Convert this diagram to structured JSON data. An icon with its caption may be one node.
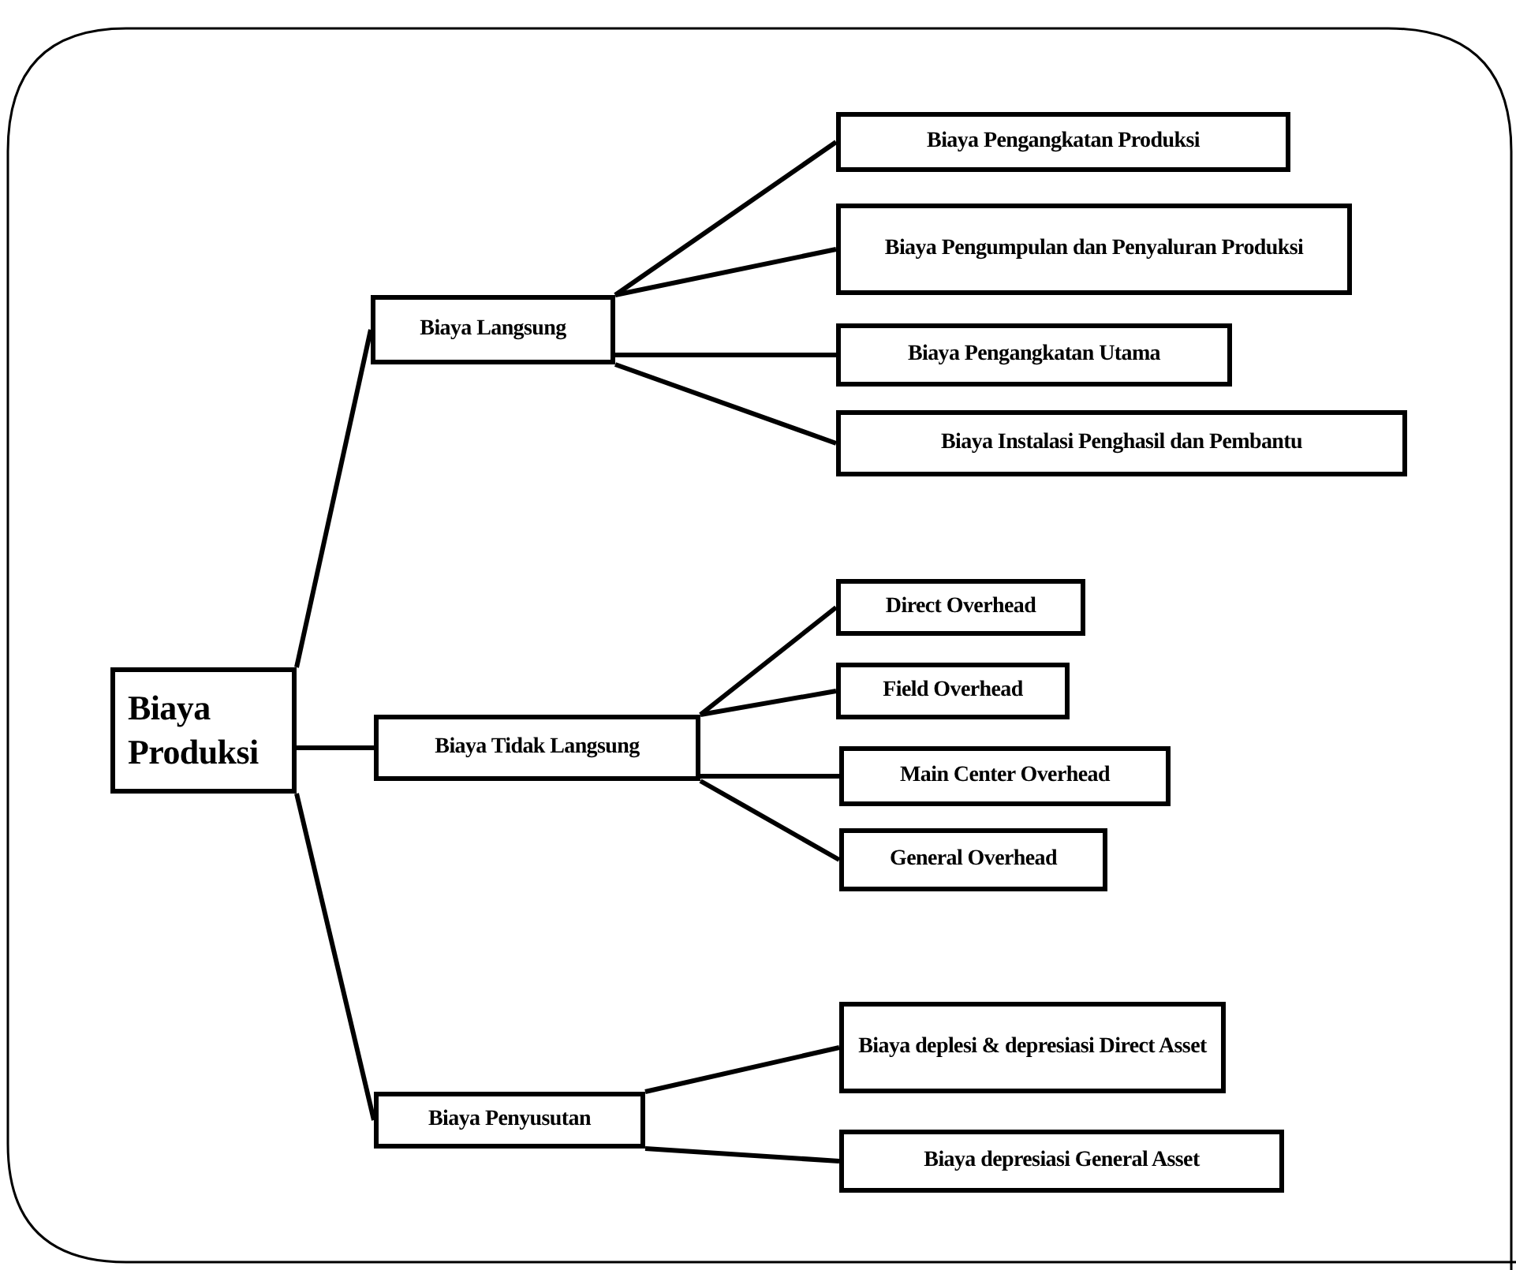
{
  "diagram": {
    "nodes": [
      {
        "text": [
          "Biaya Produksi"
        ]
      },
      {
        "text": [
          "Biaya Langsung"
        ]
      },
      {
        "text": [
          "Biaya Tidak Langsung"
        ]
      },
      {
        "text": [
          "Biaya Penyusutan"
        ]
      },
      {
        "text": [
          "Biaya Pengangkatan Produksi"
        ]
      },
      {
        "text": [
          "Biaya Pengumpulan dan Penyaluran Produksi"
        ]
      },
      {
        "text": [
          "Biaya Pengangkatan Utama"
        ]
      },
      {
        "text": [
          "Biaya Instalasi Penghasil dan Pembantu"
        ]
      },
      {
        "text": [
          "Direct Overhead"
        ]
      },
      {
        "text": [
          "Field Overhead"
        ]
      },
      {
        "text": [
          "Main Center Overhead"
        ]
      },
      {
        "text": [
          "General Overhead"
        ]
      },
      {
        "text": [
          "Biaya deplesi & depresiasi Direct Asset"
        ]
      },
      {
        "text": [
          "Biaya depresiasi General Asset"
        ]
      }
    ],
    "edges": [
      {
        "from": 0,
        "to": 1,
        "arrow": "none"
      },
      {
        "from": 0,
        "to": 2,
        "arrow": "none"
      },
      {
        "from": 0,
        "to": 3,
        "arrow": "none"
      },
      {
        "from": 1,
        "to": 4,
        "arrow": "none"
      },
      {
        "from": 1,
        "to": 5,
        "arrow": "none"
      },
      {
        "from": 1,
        "to": 6,
        "arrow": "none"
      },
      {
        "from": 1,
        "to": 7,
        "arrow": "none"
      },
      {
        "from": 2,
        "to": 8,
        "arrow": "none"
      },
      {
        "from": 2,
        "to": 9,
        "arrow": "none"
      },
      {
        "from": 2,
        "to": 10,
        "arrow": "none"
      },
      {
        "from": 2,
        "to": 11,
        "arrow": "none"
      },
      {
        "from": 3,
        "to": 12,
        "arrow": "none"
      },
      {
        "from": 3,
        "to": 13,
        "arrow": "none"
      }
    ]
  }
}
